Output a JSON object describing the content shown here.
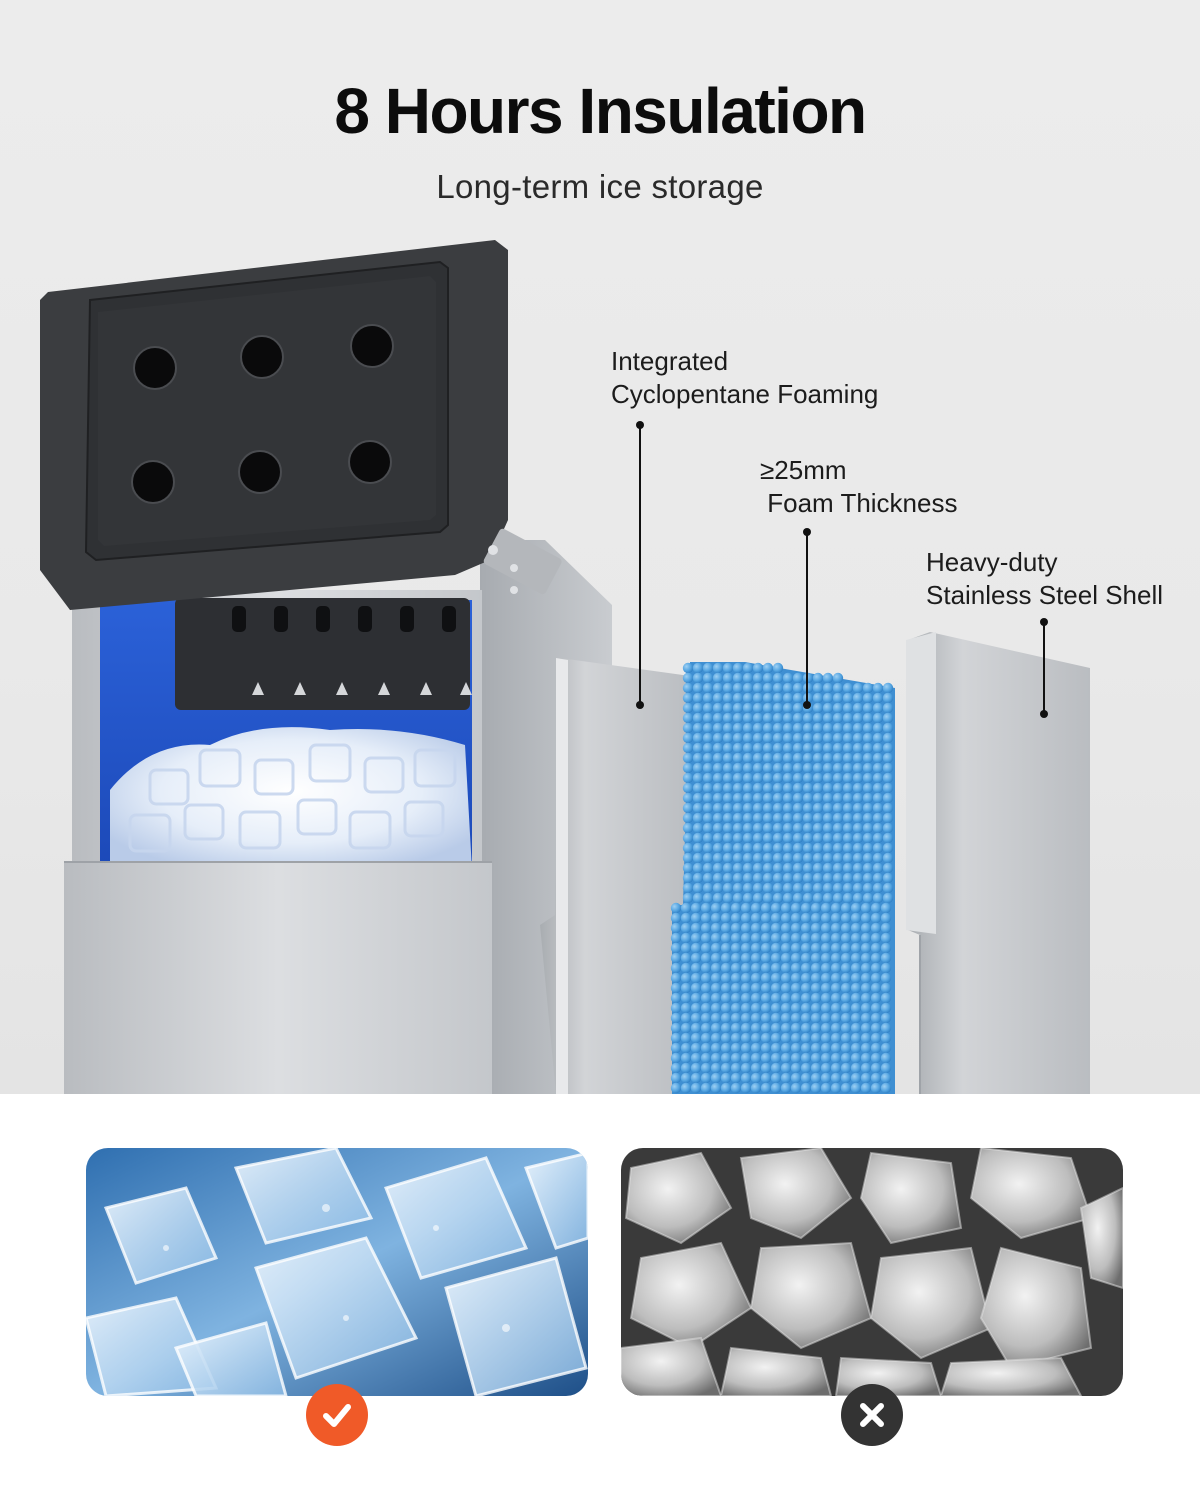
{
  "header": {
    "title": "8 Hours Insulation",
    "subtitle": "Long-term ice storage"
  },
  "callouts": [
    {
      "line1": "Integrated",
      "line2": "Cyclopentane Foaming"
    },
    {
      "line1": "≥25mm",
      "line2": " Foam Thickness"
    },
    {
      "line1": "Heavy-duty",
      "line2": "Stainless Steel Shell"
    }
  ],
  "comparison": {
    "good": {
      "image": "clear-ice-cubes-photo",
      "icon": "check-icon",
      "color": "#f05a28"
    },
    "bad": {
      "image": "crushed-cloudy-ice-photo",
      "icon": "close-icon",
      "color": "#333333"
    }
  },
  "colors": {
    "foam_blue": "#5aa9e4",
    "interior_blue": "#1f63e0",
    "steel": "#c8cbcf",
    "lid_dark": "#3b3d40"
  }
}
